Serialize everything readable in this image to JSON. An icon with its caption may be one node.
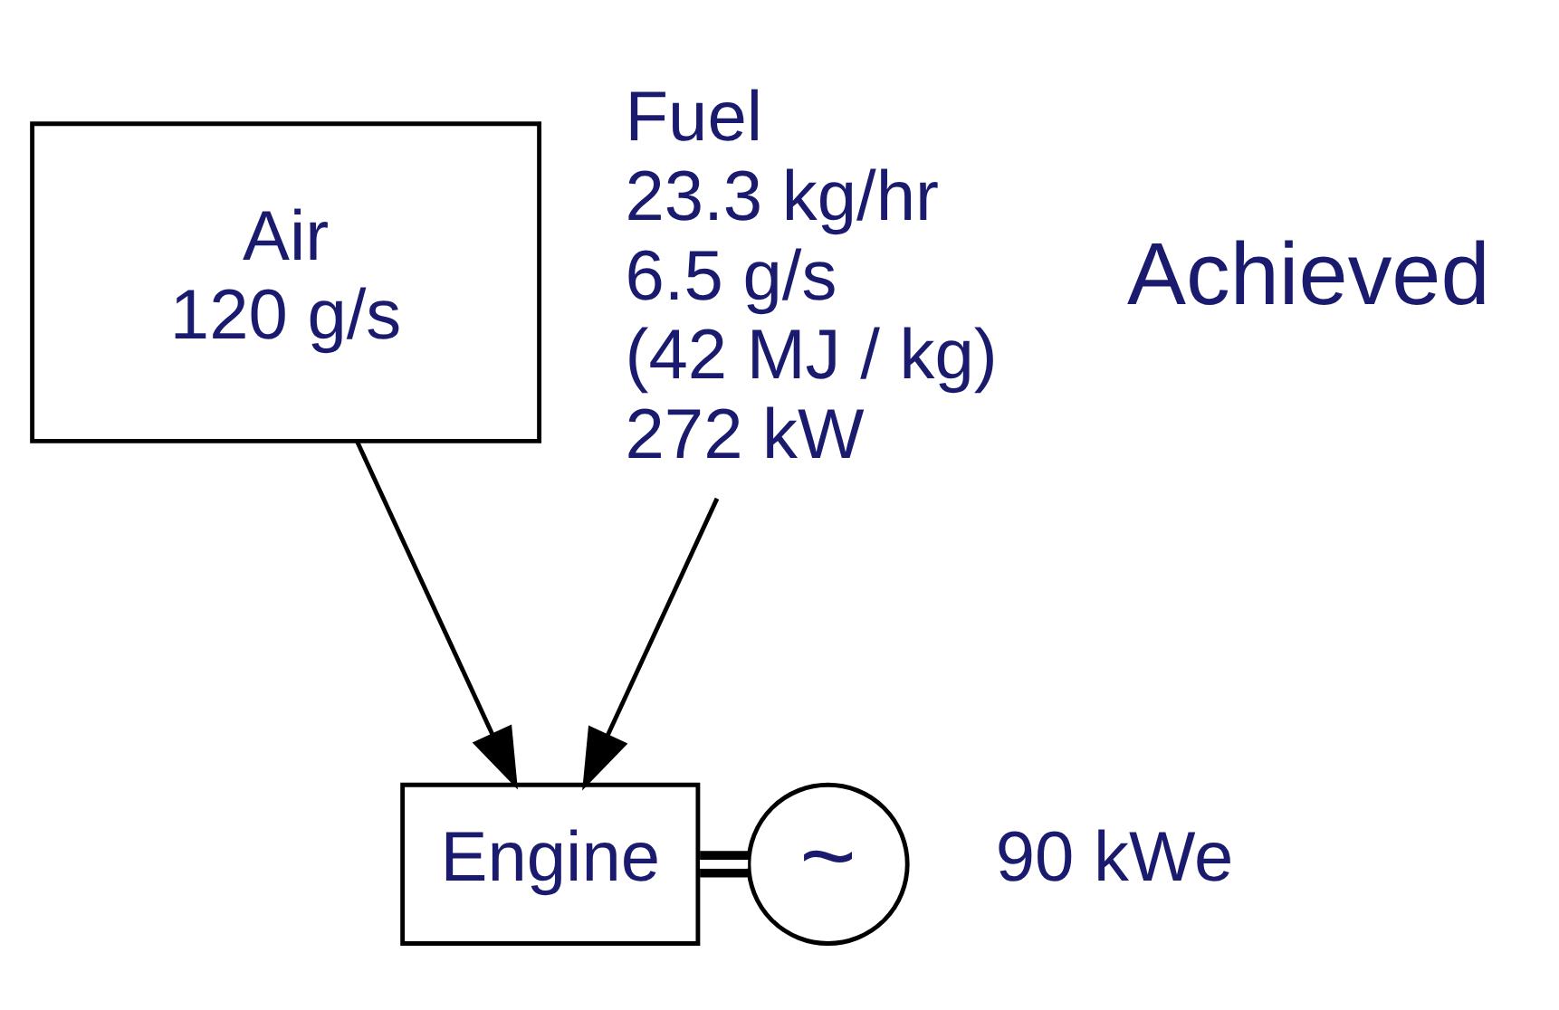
{
  "diagram": {
    "nodes": [
      {
        "text": [
          "Air",
          "120 g/s"
        ]
      },
      {
        "text": [
          "Fuel",
          "23.3 kg/hr",
          "6.5 g/s",
          "(42 MJ / kg)",
          "272 kW"
        ]
      },
      {
        "text": [
          "Engine"
        ]
      },
      {
        "text": [
          "~"
        ],
        "beside": [
          "90 kWe"
        ]
      }
    ],
    "edges": [
      {
        "from": 0,
        "to": 2,
        "arrow": "to"
      },
      {
        "from": 1,
        "to": 2,
        "arrow": "to"
      },
      {
        "from": 2,
        "to": 3,
        "arrow": "none",
        "style": "thick"
      }
    ],
    "labels": [
      "Achieved"
    ]
  }
}
